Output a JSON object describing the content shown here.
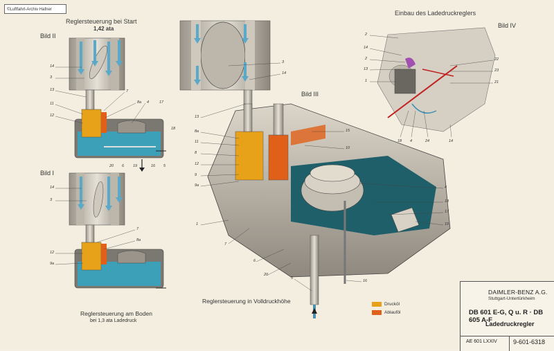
{
  "copyright": "©Luftfahrt-Archiv Hafner",
  "titles": {
    "start_title": "Reglersteuerung bei Start",
    "start_pressure": "1,42 ata",
    "boden_title": "Reglersteuerung am Boden",
    "boden_sub": "bei 1,3 ata Ladedruck",
    "voll_title": "Reglersteuerung in Volldruckhöhe",
    "einbau_title": "Einbau des Ladedruckreglers"
  },
  "bild_labels": {
    "bild1": "Bild I",
    "bild2": "Bild II",
    "bild3": "Bild III",
    "bild4": "Bild IV"
  },
  "legend": {
    "druckoel": "Drucköl",
    "ablaufoel": "Ablauföl",
    "druckoel_color": "#e8a21a",
    "ablaufoel_color": "#e0601a"
  },
  "titlebox": {
    "company": "DAIMLER-BENZ A.G.",
    "location": "Stuttgart-Untertürkheim",
    "engine": "DB 601 E-G, Q u. R · DB 605 A-F",
    "name": "Ladedruckregler",
    "code1": "AE 601 LXXIV",
    "code2": "9-601-6318"
  },
  "callouts": {
    "b2_14": "14",
    "b2_3": "3",
    "b2_13": "13",
    "b2_11": "11",
    "b2_12": "12",
    "b2_7": "7",
    "b2_8a": "8a",
    "b2_4": "4",
    "b2_17": "17",
    "b2_18": "18",
    "b2_20": "20",
    "b2_6": "6",
    "b2_19": "19",
    "b2_16": "16",
    "b2_5": "5",
    "b1_14": "14",
    "b1_3": "3",
    "b1_7": "7",
    "b1_8a": "8a",
    "b1_12": "12",
    "b1_9a": "9a",
    "top_3": "3",
    "top_14": "14",
    "b3_13": "13",
    "b3_8a": "8a",
    "b3_11": "11",
    "b3_8": "8",
    "b3_12": "12",
    "b3_9": "9",
    "b3_9a": "9a",
    "b3_15": "15",
    "b3_10": "10",
    "b3_4": "4",
    "b3_18": "18",
    "b3_17": "17",
    "b3_19": "19",
    "b3_1": "1",
    "b3_7": "7",
    "b3_6": "6",
    "b3_20": "20",
    "b3_5": "5",
    "b3_16": "16",
    "b4_2a": "2",
    "b4_14": "14",
    "b4_2b": "2",
    "b4_13": "13",
    "b4_1": "1",
    "b4_22": "22",
    "b4_23": "23",
    "b4_21": "21",
    "b4_18": "18",
    "b4_4": "4",
    "b4_24": "24",
    "b4_14b": "14"
  }
}
